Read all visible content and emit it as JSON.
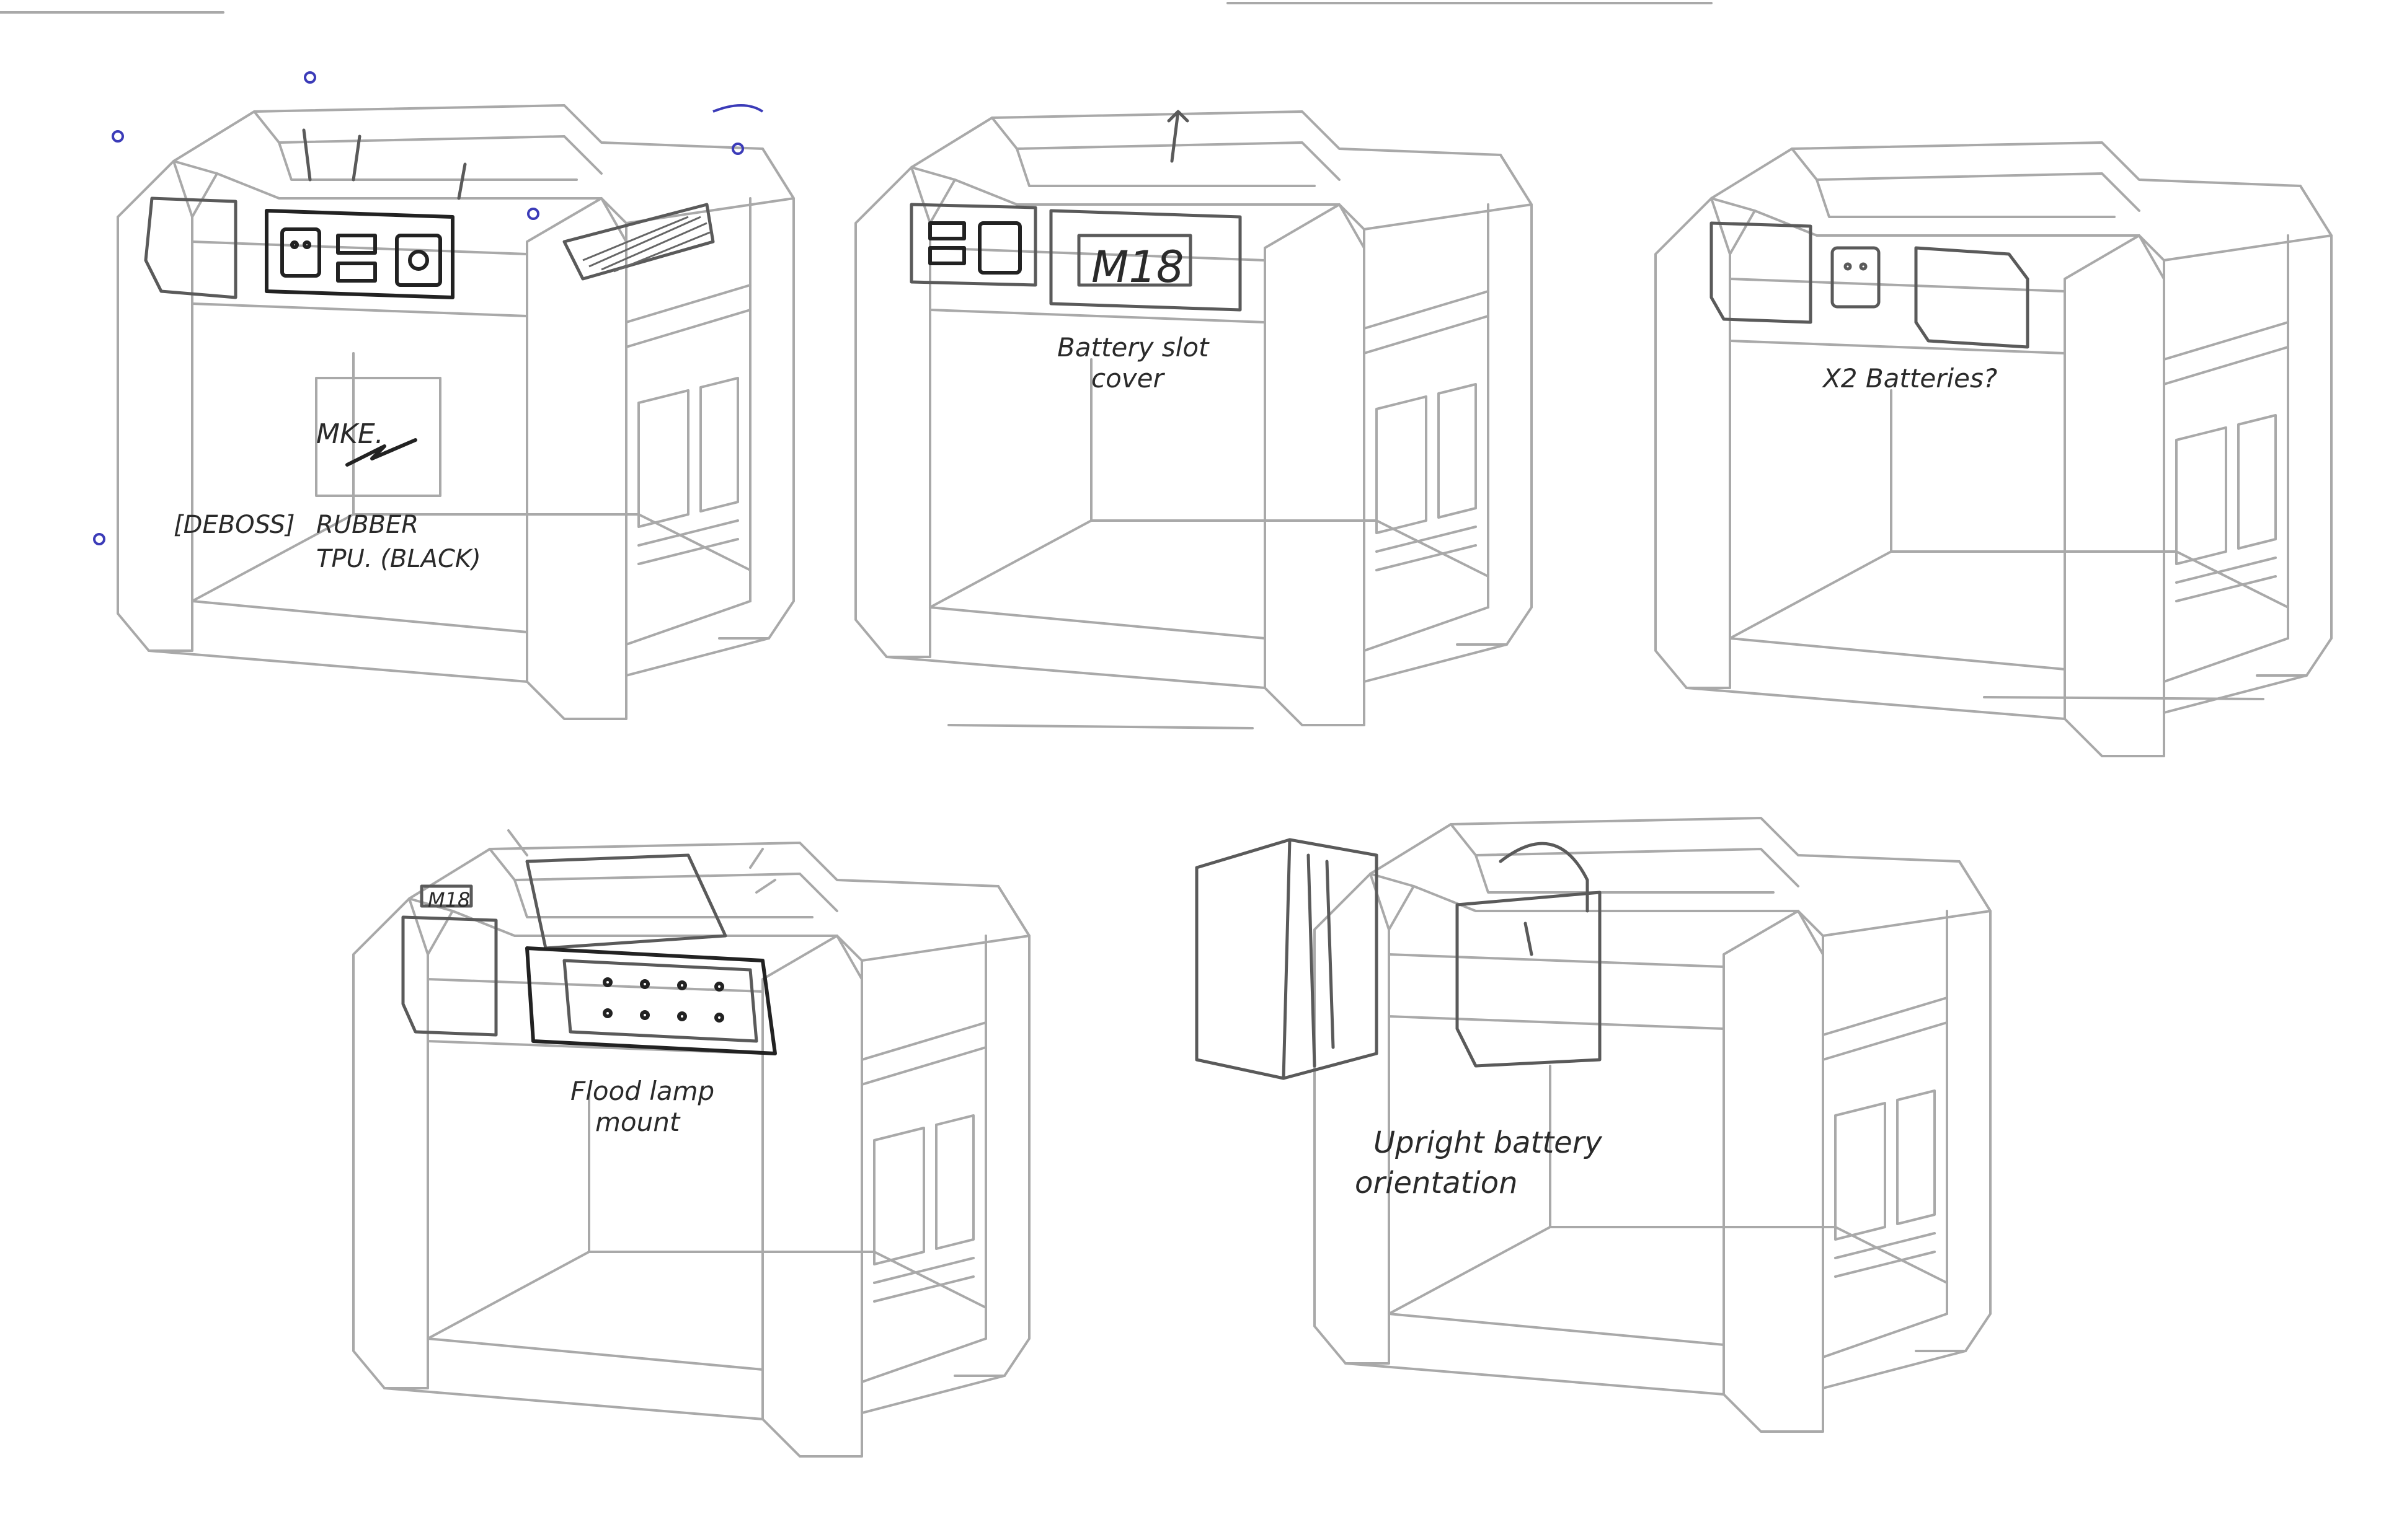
{
  "annotations": {
    "sketch1": {
      "logo": "MKE.",
      "deboss": "[DEBOSS]",
      "rubber": "RUBBER",
      "tpu": "TPU. (BLACK)"
    },
    "sketch2": {
      "badge": "M18",
      "line1": "Battery slot",
      "line2": "cover"
    },
    "sketch3": {
      "line1": "X2 Batteries?"
    },
    "sketch4": {
      "badge": "M18",
      "line1": "Flood lamp",
      "line2": "mount"
    },
    "sketch5": {
      "line1": "Upright battery",
      "line2": "orientation"
    }
  },
  "colors": {
    "pencil_light": "#a9a9a9",
    "pencil_dark": "#222222",
    "ink_blue": "#3b3bb8"
  }
}
